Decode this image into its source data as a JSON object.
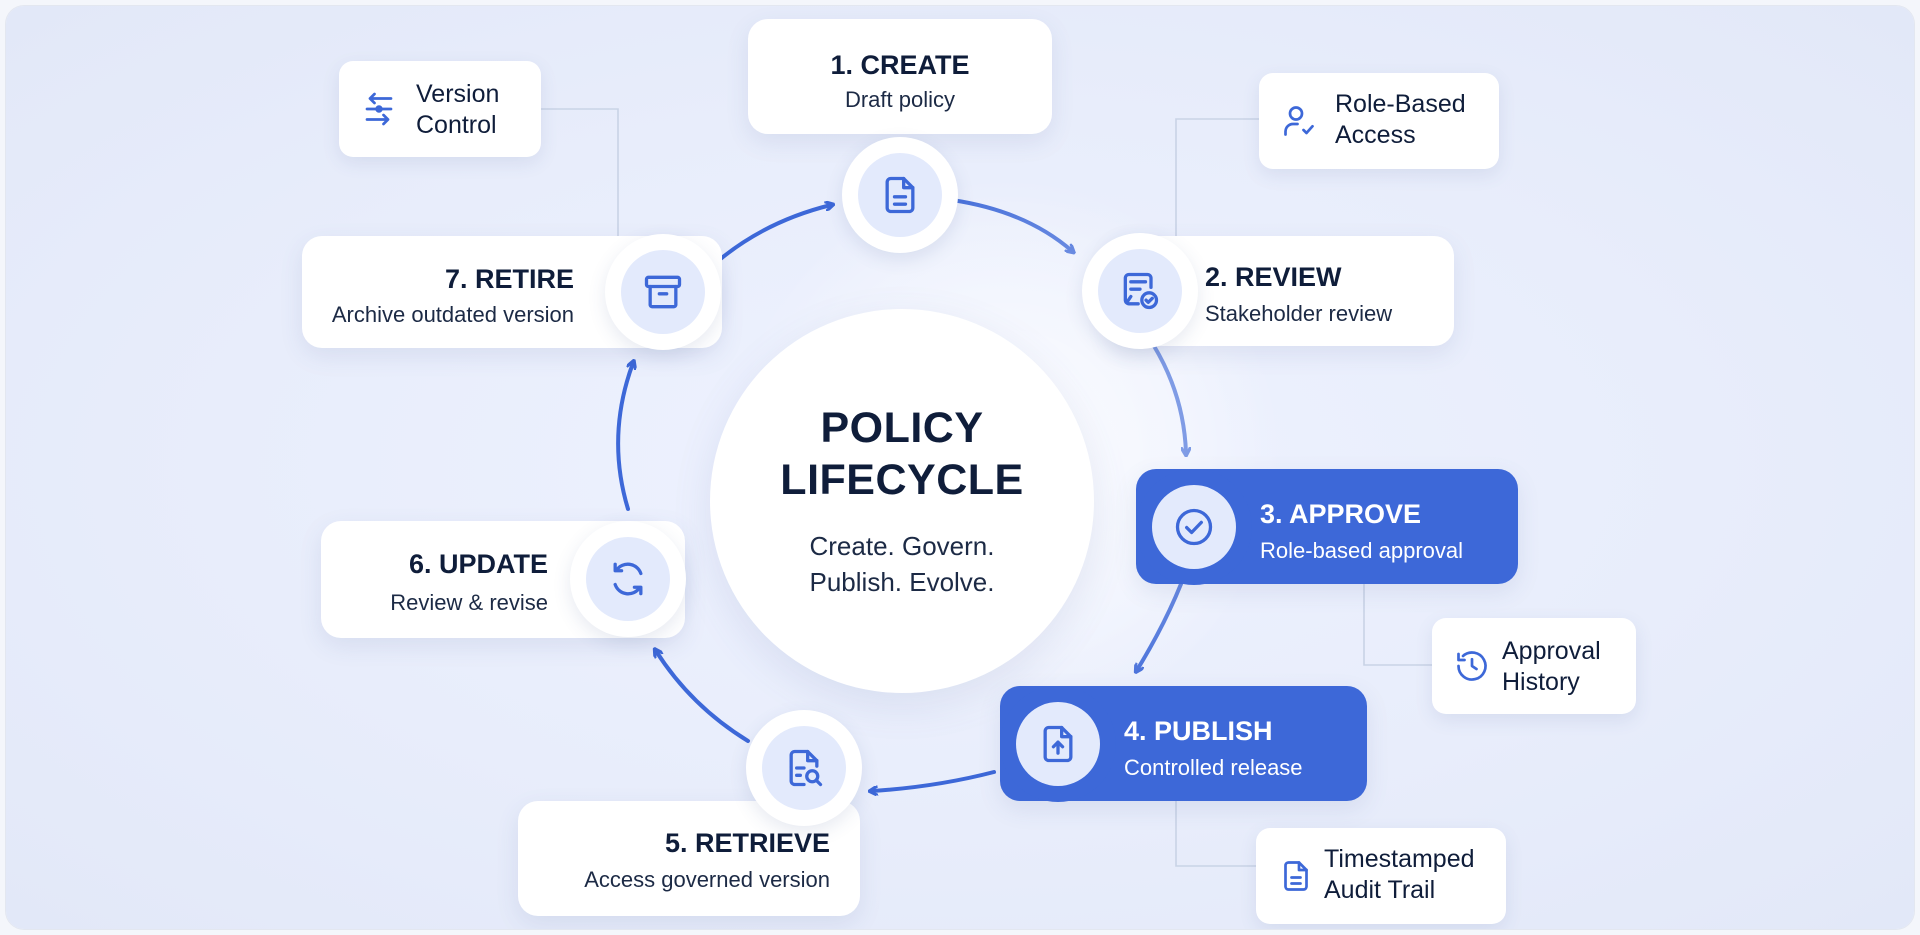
{
  "center": {
    "title_line1": "POLICY",
    "title_line2": "LIFECYCLE",
    "tagline_line1": "Create. Govern.",
    "tagline_line2": "Publish. Evolve."
  },
  "stages": [
    {
      "title": "1. CREATE",
      "subtitle": "Draft policy",
      "icon": "document-icon"
    },
    {
      "title": "2. REVIEW",
      "subtitle": "Stakeholder review",
      "icon": "review-check-icon"
    },
    {
      "title": "3. APPROVE",
      "subtitle": "Role-based approval",
      "icon": "check-circle-icon",
      "highlighted": true
    },
    {
      "title": "4. PUBLISH",
      "subtitle": "Controlled release",
      "icon": "upload-document-icon",
      "highlighted": true
    },
    {
      "title": "5. RETRIEVE",
      "subtitle": "Access governed version",
      "icon": "document-search-icon"
    },
    {
      "title": "6. UPDATE",
      "subtitle": "Review & revise",
      "icon": "refresh-icon"
    },
    {
      "title": "7. RETIRE",
      "subtitle": "Archive outdated version",
      "icon": "archive-box-icon"
    }
  ],
  "features": [
    {
      "line1": "Version",
      "line2": "Control",
      "icon": "sliders-arrows-icon"
    },
    {
      "line1": "Role-Based",
      "line2": "Access",
      "icon": "user-check-icon"
    },
    {
      "line1": "Approval",
      "line2": "History",
      "icon": "history-icon"
    },
    {
      "line1": "Timestamped",
      "line2": "Audit Trail",
      "icon": "document-lines-icon"
    }
  ],
  "colors": {
    "accent": "#3d68d8",
    "icon_bg": "#e3eafc",
    "text": "#0f1d3a",
    "connector": "#c9d3e6"
  }
}
